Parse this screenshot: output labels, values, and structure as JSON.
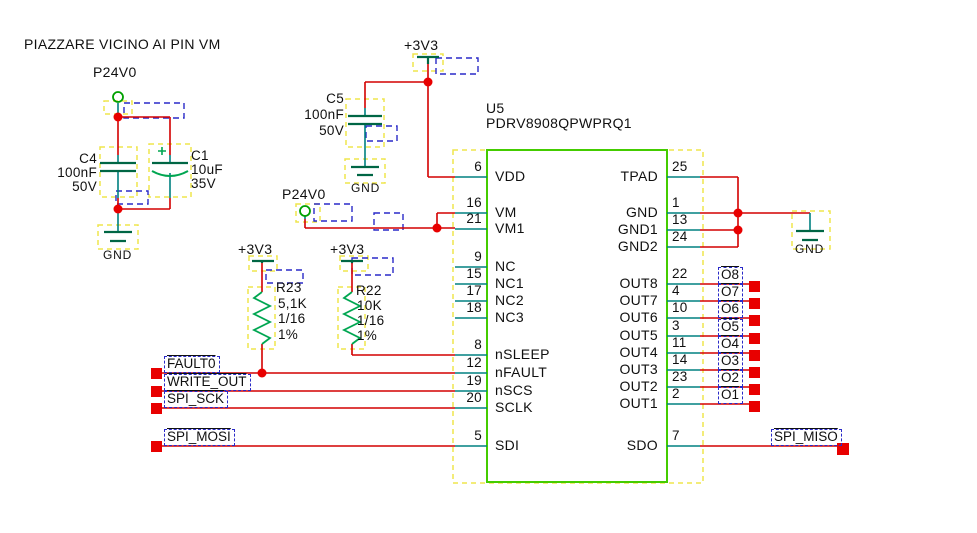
{
  "note": "PIAZZARE VICINO AI PIN VM",
  "ic": {
    "refdes": "U5",
    "part_number": "PDRV8908QPWPRQ1",
    "left_pins": [
      {
        "num": "6",
        "name": "VDD"
      },
      {
        "num": "16",
        "name": "VM"
      },
      {
        "num": "21",
        "name": "VM1"
      },
      {
        "num": "9",
        "name": "NC"
      },
      {
        "num": "15",
        "name": "NC1"
      },
      {
        "num": "17",
        "name": "NC2"
      },
      {
        "num": "18",
        "name": "NC3"
      },
      {
        "num": "8",
        "name": "nSLEEP"
      },
      {
        "num": "12",
        "name": "nFAULT"
      },
      {
        "num": "19",
        "name": "nSCS"
      },
      {
        "num": "20",
        "name": "SCLK"
      },
      {
        "num": "5",
        "name": "SDI"
      }
    ],
    "right_pins": [
      {
        "num": "25",
        "name": "TPAD"
      },
      {
        "num": "1",
        "name": "GND"
      },
      {
        "num": "13",
        "name": "GND1"
      },
      {
        "num": "24",
        "name": "GND2"
      },
      {
        "num": "22",
        "name": "OUT8"
      },
      {
        "num": "4",
        "name": "OUT7"
      },
      {
        "num": "10",
        "name": "OUT6"
      },
      {
        "num": "3",
        "name": "OUT5"
      },
      {
        "num": "11",
        "name": "OUT4"
      },
      {
        "num": "14",
        "name": "OUT3"
      },
      {
        "num": "23",
        "name": "OUT2"
      },
      {
        "num": "2",
        "name": "OUT1"
      },
      {
        "num": "7",
        "name": "SDO"
      }
    ]
  },
  "capacitors": [
    {
      "refdes": "C4",
      "value": "100nF",
      "rating": "50V"
    },
    {
      "refdes": "C1",
      "value": "10uF",
      "rating": "35V"
    },
    {
      "refdes": "C5",
      "value": "100nF",
      "rating": "50V"
    }
  ],
  "resistors": [
    {
      "refdes": "R23",
      "value": "5,1K",
      "wattage": "1/16",
      "tolerance": "1%"
    },
    {
      "refdes": "R22",
      "value": "10K",
      "wattage": "1/16",
      "tolerance": "1%"
    }
  ],
  "power": {
    "p24v0_top": "P24V0",
    "p24v0_mid": "P24V0",
    "v33_top": "+3V3",
    "v33_r23": "+3V3",
    "v33_r22": "+3V3",
    "gnd_c4": "GND",
    "gnd_c5": "GND",
    "gnd_right": "GND"
  },
  "net_ports": {
    "left": [
      "FAULT0",
      "WRITE_OUT",
      "SPI_SCK",
      "SPI_MOSI"
    ],
    "outputs": [
      "O8",
      "O7",
      "O6",
      "O5",
      "O4",
      "O3",
      "O2",
      "O1"
    ],
    "miso": "SPI_MISO"
  },
  "colors": {
    "wire": "#d40000",
    "pin_stub": "#008080",
    "symbol_green": "#00a651",
    "dark_green": "#006644",
    "ic_outline": "#44cc00",
    "highlight_yellow": "#efe54d",
    "selection_blue": "#2a2ac8",
    "port_red": "#e80000",
    "port_circle_green": "#00a000"
  }
}
